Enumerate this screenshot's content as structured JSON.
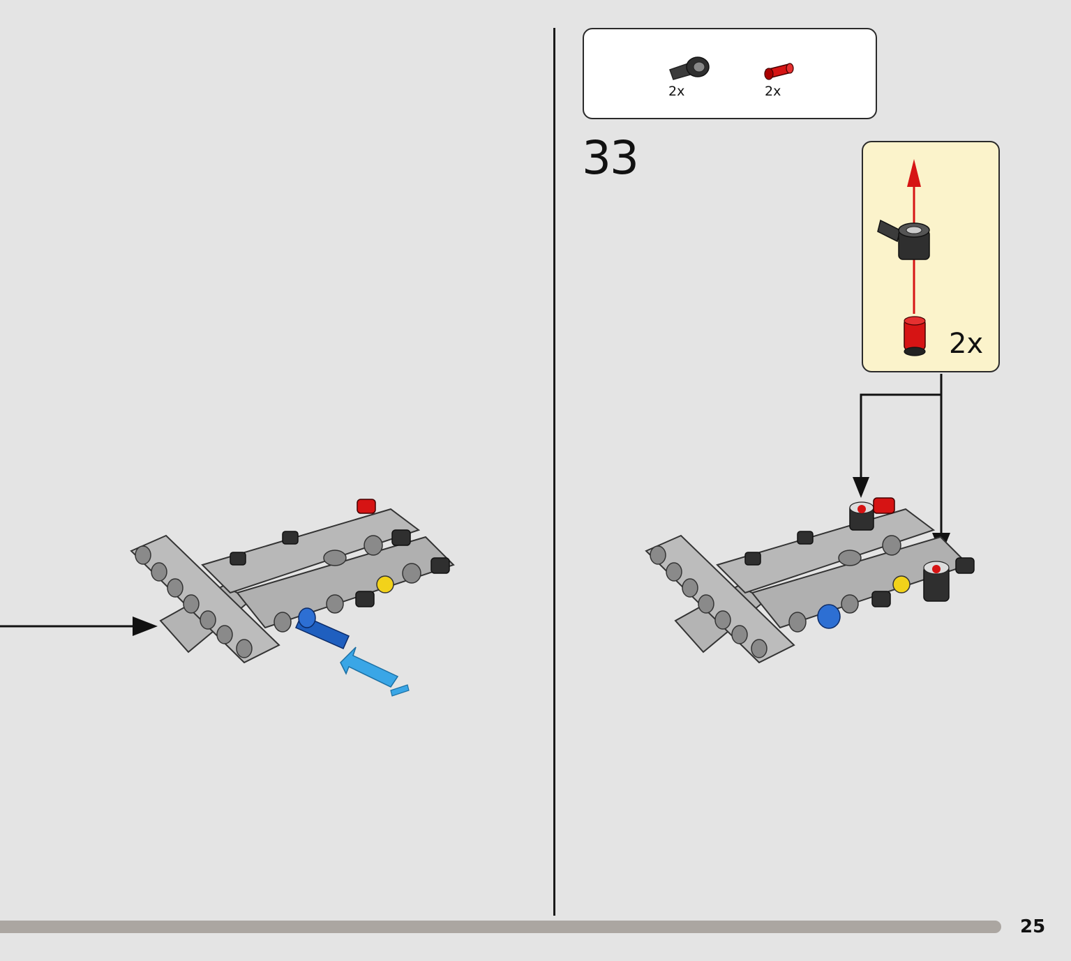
{
  "step": {
    "number": "33"
  },
  "parts_list": [
    {
      "icon": "black-axle-connector-icon",
      "qty": "2x"
    },
    {
      "icon": "red-pin-icon",
      "qty": "2x"
    }
  ],
  "callout": {
    "qty": "2x"
  },
  "page": {
    "number": "25"
  },
  "colors": {
    "background": "#e4e4e4",
    "callout_bg": "#fbf3cb",
    "beam_gray": "#b4b4b4",
    "pin_red": "#d61414",
    "pin_blue": "#1f5fbf",
    "arrow_blue": "#3aa6e6",
    "progress": "#aba6a1"
  }
}
